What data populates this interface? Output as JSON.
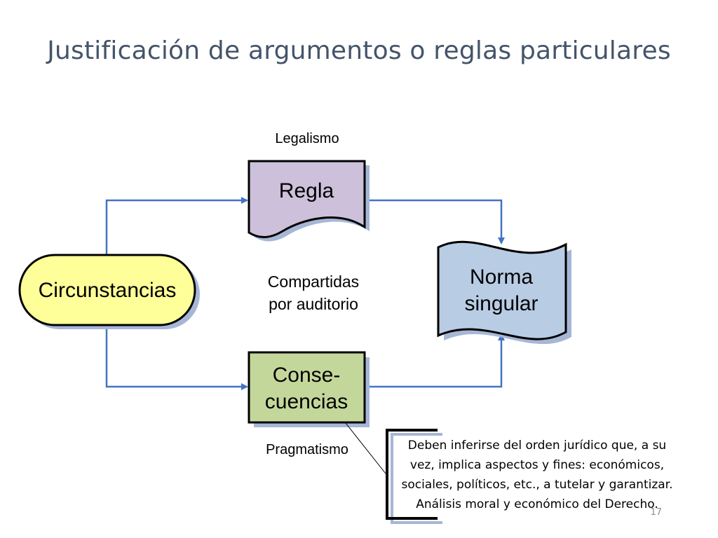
{
  "title": "Justificación de argumentos o reglas particulares",
  "nodes": {
    "circunstancias": "Circunstancias",
    "regla": "Regla",
    "consecuencias": [
      "Conse-",
      "cuencias"
    ],
    "norma": [
      "Norma",
      "singular"
    ]
  },
  "labels": {
    "legalismo": "Legalismo",
    "compartidas": [
      "Compartidas",
      "por auditorio"
    ],
    "pragmatismo": "Pragmatismo"
  },
  "note": [
    "Deben inferirse del orden jurídico que, a su",
    "vez, implica aspectos y fines: económicos,",
    "sociales, políticos, etc., a tutelar y garantizar.",
    "Análisis moral y económico del Derecho."
  ],
  "page_number": "17",
  "colors": {
    "connector": "#4472c4",
    "circunstancias_fill": "#ffff99",
    "regla_fill": "#ccc0da",
    "consecuencias_fill": "#c4d79b",
    "norma_fill": "#b8cce4",
    "shadow": "#a6b7d6"
  }
}
